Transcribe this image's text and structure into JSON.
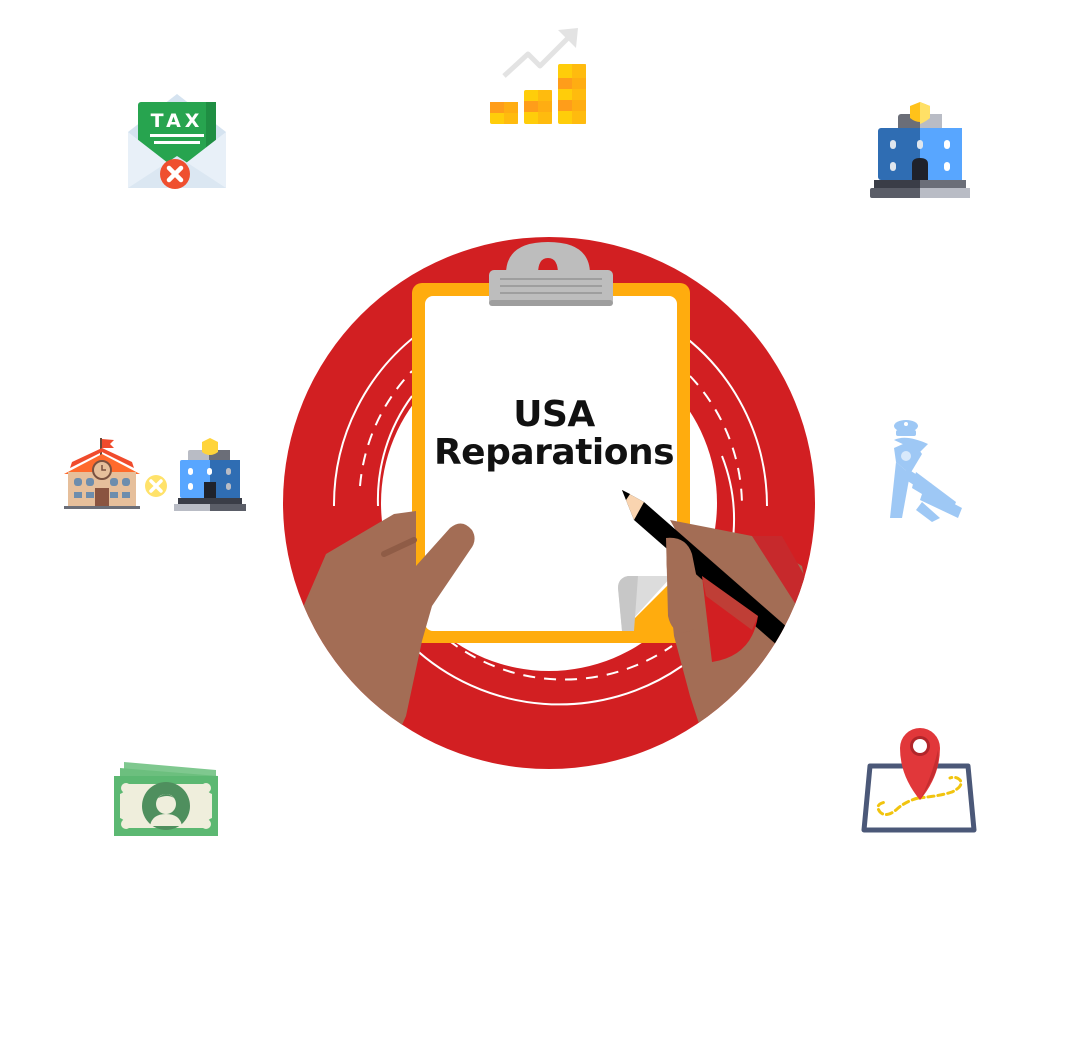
{
  "hero": {
    "title_line1": "USA",
    "title_line2": "Reparations",
    "center_icon": "clipboard-with-hands-icon"
  },
  "icons": [
    {
      "name": "tax-envelope-rejected-icon",
      "label": "TAX",
      "position": "top-left"
    },
    {
      "name": "growth-coins-chart-icon",
      "position": "top-center"
    },
    {
      "name": "police-station-icon",
      "position": "top-right"
    },
    {
      "name": "school-not-police-icon",
      "position": "middle-left"
    },
    {
      "name": "police-arrest-icon",
      "position": "middle-right"
    },
    {
      "name": "cash-bill-icon",
      "position": "bottom-left"
    },
    {
      "name": "map-location-route-icon",
      "position": "bottom-right"
    }
  ],
  "colors": {
    "background": "#ffffff",
    "ring_red": "#d21f22",
    "clipboard_orange": "#ffac0e",
    "clip_gray": "#bdbdbd",
    "skin": "#a36d55",
    "pencil": "#000000",
    "tax_green": "#27a44f",
    "reject_red": "#ef4f2f",
    "coin_yellow": "#ffcd0a",
    "coin_orange": "#ff8c1a",
    "building_blue": "#58a6ff",
    "building_dark_blue": "#2f6db3",
    "shield_yellow": "#ffd43a",
    "arrest_light_blue": "#9ec8f5",
    "money_green": "#5cb872",
    "money_cream": "#efeedc",
    "map_pin_red": "#e1373a",
    "map_frame": "#4b5878",
    "route_yellow": "#f1c40f"
  }
}
